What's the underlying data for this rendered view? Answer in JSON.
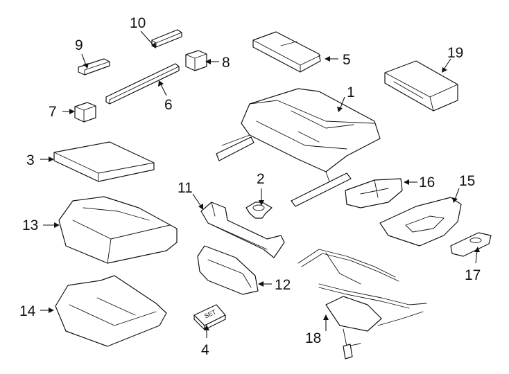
{
  "diagram": {
    "callouts": {
      "c1": "1",
      "c2": "2",
      "c3": "3",
      "c4": "4",
      "c5": "5",
      "c6": "6",
      "c7": "7",
      "c8": "8",
      "c9": "9",
      "c10": "10",
      "c11": "11",
      "c12": "12",
      "c13": "13",
      "c14": "14",
      "c15": "15",
      "c16": "16",
      "c17": "17",
      "c18": "18",
      "c19": "19"
    },
    "set_label": "SET"
  }
}
